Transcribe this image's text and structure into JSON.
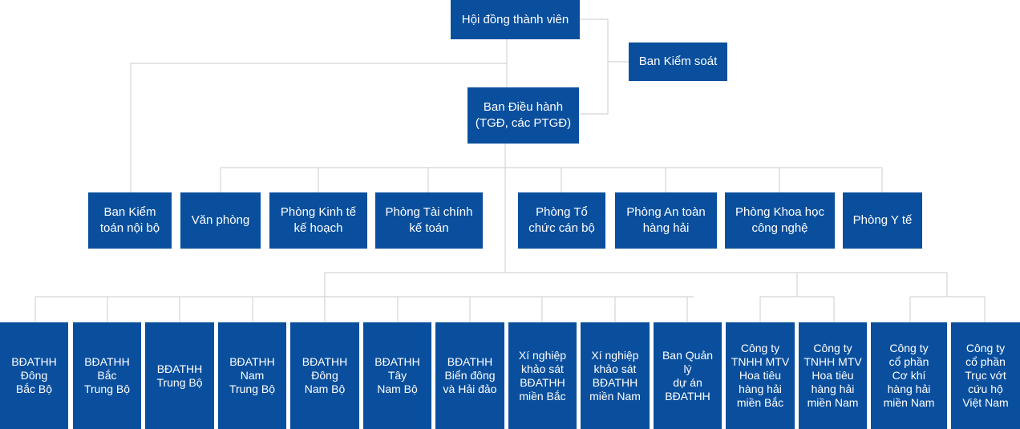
{
  "top": {
    "council": "Hội đồng thành viên",
    "supervisory": "Ban Kiểm soát",
    "executive": "Ban Điều hành\n(TGĐ, các PTGĐ)"
  },
  "departments": [
    "Ban Kiểm\ntoán nội bộ",
    "Văn phòng",
    "Phòng Kinh tế\nkế hoạch",
    "Phòng Tài chính\nkế toán",
    "Phòng  Tổ\nchức cán bộ",
    "Phòng An toàn\nhàng hải",
    "Phòng Khoa học\ncông nghệ",
    "Phòng Y tế"
  ],
  "units": [
    "BĐATHH\nĐông\nBắc Bộ",
    "BĐATHH\nBắc\nTrung Bộ",
    "BĐATHH\nTrung Bộ",
    "BĐATHH\nNam\nTrung Bộ",
    "BĐATHH\nĐông\nNam Bộ",
    "BĐATHH\nTây\nNam Bộ",
    "BĐATHH\nBiển đông\nvà Hải đảo",
    "Xí nghiệp\nkhảo sát\nBĐATHH\nmiền Bắc",
    "Xí nghiệp\nkhảo sát\nBĐATHH\nmiền Nam",
    "Ban Quản lý\ndự án\nBĐATHH",
    "Công ty\nTNHH MTV\nHoa tiêu\nhàng hải\nmiền Bắc",
    "Công ty\nTNHH MTV\nHoa tiêu\nhàng hải\nmiền Nam",
    "Công ty\ncổ phần\nCơ khí\nhàng hải\nmiền Nam",
    "Công ty\ncổ phần\nTrục vớt\ncứu hộ\nViệt Nam"
  ],
  "colors": {
    "box": "#0a4f9e",
    "text": "#ffffff",
    "line": "#d5d5d5"
  }
}
